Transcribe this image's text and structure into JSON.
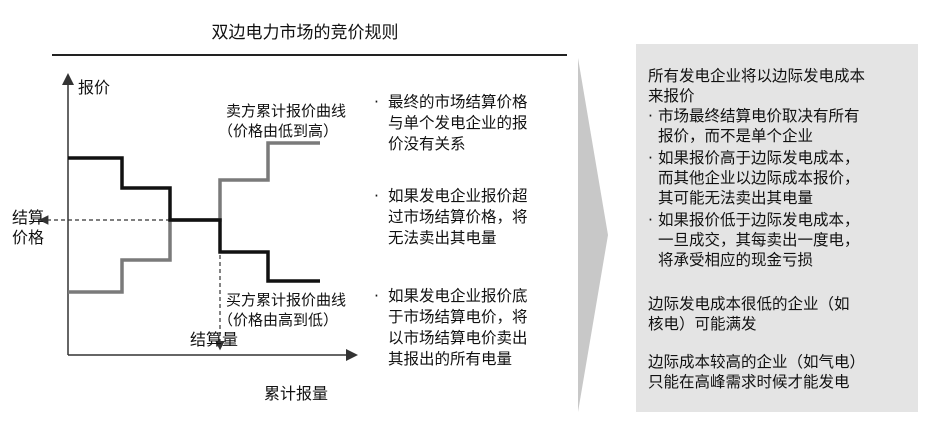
{
  "title": "双边电力市场的竞价规则",
  "diagram": {
    "y_axis_label": "报价",
    "x_axis_label": "累计报量",
    "settle_price_label_line1": "结算",
    "settle_price_label_line2": "价格",
    "settle_qty_label": "结算量",
    "seller_curve_label_line1": "卖方累计报价曲线",
    "seller_curve_label_line2": "（价格由低到高）",
    "buyer_curve_label_line1": "买方累计报价曲线",
    "buyer_curve_label_line2": "（价格由高到低）"
  },
  "bullets": [
    {
      "marker": "·",
      "lines": [
        "最终的市场结算价格",
        "与单个发电企业的报",
        "价没有关系"
      ]
    },
    {
      "marker": "·",
      "lines": [
        "如果发电企业报价超",
        "过市场结算价格，将",
        "无法卖出其电量"
      ]
    },
    {
      "marker": "·",
      "lines": [
        "如果发电企业报价底",
        "于市场结算电价，将",
        "以市场结算电价卖出",
        "其报出的所有电量"
      ]
    }
  ],
  "panel": {
    "heading_line1": "所有发电企业将以边际发电成本",
    "heading_line2": "来报价",
    "points": [
      {
        "marker": "·",
        "lines": [
          "市场最终结算电价取决有所有",
          "报价，而不是单个企业"
        ]
      },
      {
        "marker": "·",
        "lines": [
          "如果报价高于边际发电成本，",
          "而其他企业以边际成本报价，",
          "其可能无法卖出其电量"
        ]
      },
      {
        "marker": "·",
        "lines": [
          "如果报价低于边际发电成本，",
          "一旦成交，其每卖出一度电，",
          "将承受相应的现金亏损"
        ]
      }
    ],
    "note1_line1": "边际发电成本很低的企业（如",
    "note1_line2": "核电）可能满发",
    "note2_line1": "边际成本较高的企业（如气电）",
    "note2_line2": "只能在高峰需求时候才能发电"
  },
  "colors": {
    "panel_bg": "#e4e4e4",
    "arrow_fill": "#c8c8c8",
    "seller_curve": "#7a7a7a",
    "buyer_curve": "#111111"
  }
}
